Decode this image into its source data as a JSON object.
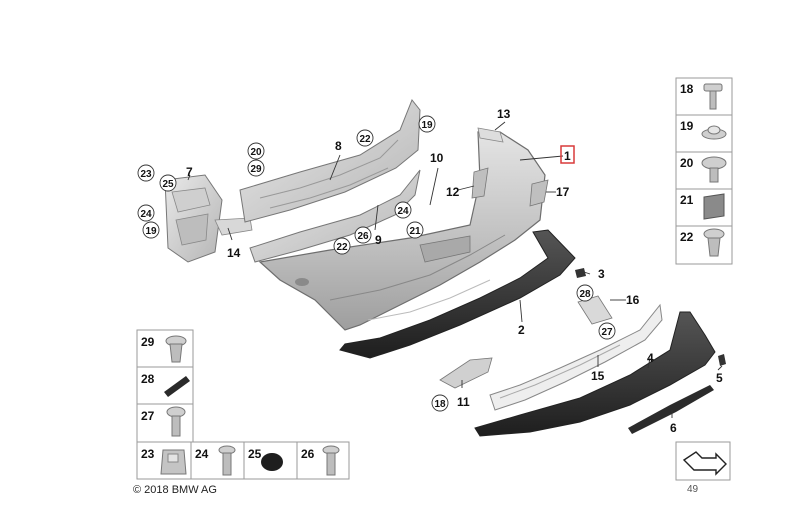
{
  "callouts": {
    "c1": "1",
    "c2": "2",
    "c3": "3",
    "c4": "4",
    "c5": "5",
    "c6": "6",
    "c7": "7",
    "c8": "8",
    "c9": "9",
    "c10": "10",
    "c11": "11",
    "c12": "12",
    "c13": "13",
    "c14": "14",
    "c15": "15",
    "c16": "16",
    "c17": "17"
  },
  "circles": {
    "a20": "20",
    "a29": "29",
    "a22": "22",
    "a19": "19",
    "a23": "23",
    "a25": "25",
    "a24": "24",
    "a19b": "19",
    "a24b": "24",
    "a26": "26",
    "a22b": "22",
    "a21": "21",
    "a28": "28",
    "a27": "27",
    "a18": "18"
  },
  "legend_right": [
    "18",
    "19",
    "20",
    "21",
    "22"
  ],
  "legend_bottom_col": [
    "29",
    "28",
    "27"
  ],
  "legend_bottom_row": [
    "23",
    "24",
    "25",
    "26"
  ],
  "footer": {
    "copyright": "© 2018 BMW AG",
    "diagram_id": "49"
  },
  "colors": {
    "highlight": "#d93a3a",
    "part_fill": "#c8c8c8",
    "part_dark": "#2a2a2a",
    "box_border": "#9a9a9a"
  }
}
